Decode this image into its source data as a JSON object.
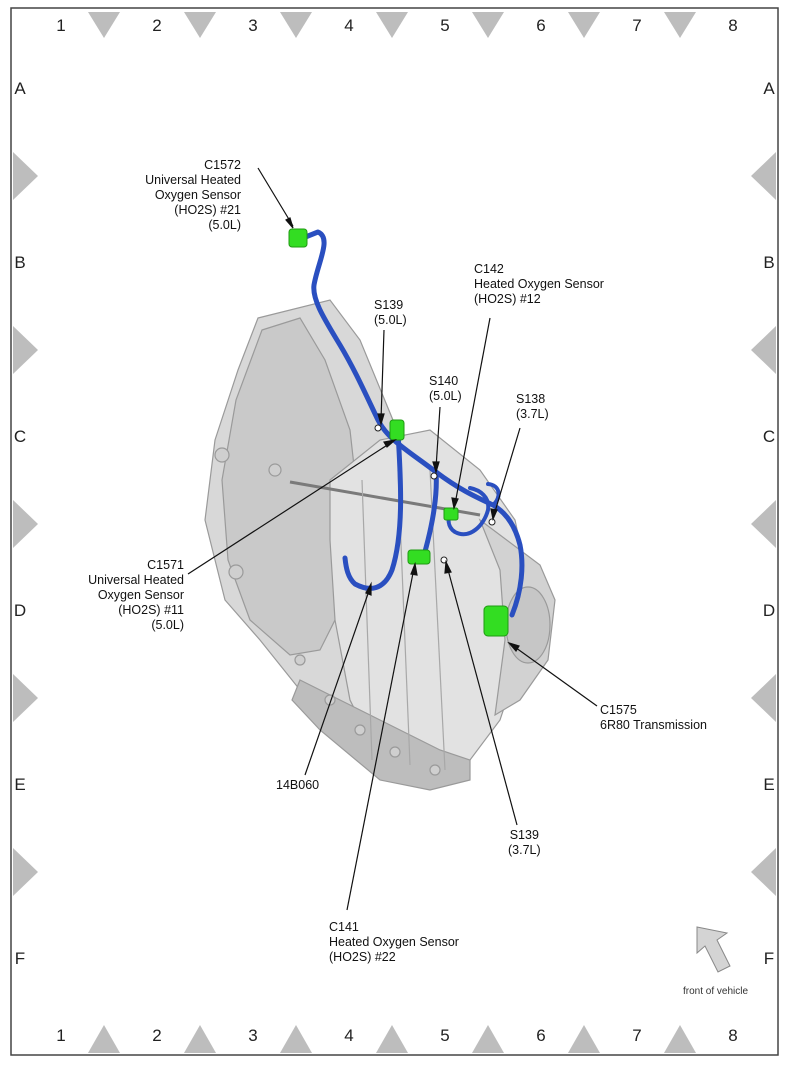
{
  "grid": {
    "columns": [
      "1",
      "2",
      "3",
      "4",
      "5",
      "6",
      "7",
      "8"
    ],
    "rows": [
      "A",
      "B",
      "C",
      "D",
      "E",
      "F"
    ]
  },
  "callouts": {
    "c1572": {
      "lines": [
        "C1572",
        "Universal Heated",
        "Oxygen Sensor",
        "(HO2S) #21",
        "(5.0L)"
      ]
    },
    "s139_50": {
      "lines": [
        "S139",
        "(5.0L)"
      ]
    },
    "c142": {
      "lines": [
        "C142",
        "Heated Oxygen Sensor",
        "(HO2S) #12"
      ]
    },
    "s140": {
      "lines": [
        "S140",
        "(5.0L)"
      ]
    },
    "s138": {
      "lines": [
        "S138",
        "(3.7L)"
      ]
    },
    "c1571": {
      "lines": [
        "C1571",
        "Universal Heated",
        "Oxygen Sensor",
        "(HO2S) #11",
        "(5.0L)"
      ]
    },
    "c1575": {
      "lines": [
        "C1575",
        "6R80 Transmission"
      ]
    },
    "h14b060": {
      "lines": [
        "14B060"
      ]
    },
    "s139_37": {
      "lines": [
        "S139",
        "(3.7L)"
      ]
    },
    "c141": {
      "lines": [
        "C141",
        "Heated Oxygen Sensor",
        "(HO2S) #22"
      ]
    }
  },
  "orientation": {
    "label": "front of vehicle",
    "icon": "arrow-up-left-icon"
  },
  "colors": {
    "harness": "#2a4fc0",
    "connector": "#33dd22",
    "housing": "#dcdcdc",
    "marker": "#bdbdbd"
  }
}
